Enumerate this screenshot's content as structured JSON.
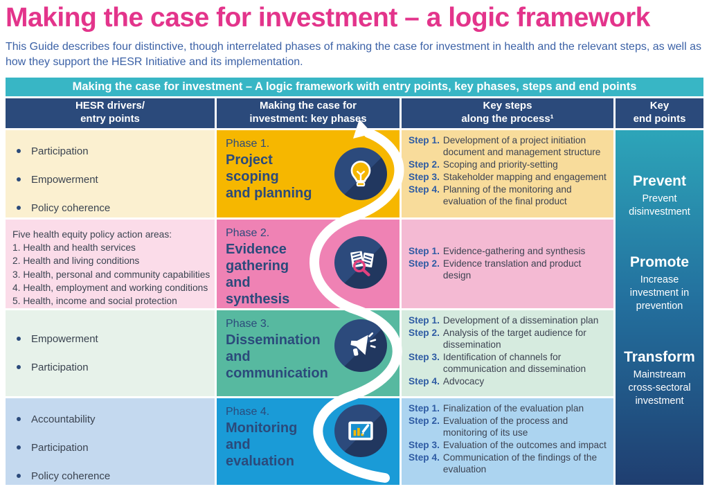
{
  "page": {
    "title": "Making the case for investment – a logic framework",
    "intro": "This Guide describes four distinctive, though interrelated phases of making the case for investment in health and the relevant steps, as well as how they support the HESR Initiative and its implementation."
  },
  "banner": {
    "title": "Making the case for investment – A logic framework with entry points, key phases, steps and end points"
  },
  "header": {
    "col1": "HESR drivers/\nentry points",
    "col2": "Making the case for\ninvestment: key phases",
    "col3": "Key steps\nalong the process¹",
    "col4": "Key\nend points"
  },
  "rows": [
    {
      "entry_points": [
        "Participation",
        "Empowerment",
        "Policy coherence"
      ],
      "phase_label": "Phase 1.",
      "phase_title": "Project\nscoping\nand planning",
      "icon": "lightbulb-icon",
      "steps": [
        {
          "label": "Step 1.",
          "text": "Development of a project initiation document and management structure"
        },
        {
          "label": "Step 2.",
          "text": "Scoping and priority-setting"
        },
        {
          "label": "Step 3.",
          "text": "Stakeholder mapping and engagement"
        },
        {
          "label": "Step 4.",
          "text": "Planning of the monitoring and evaluation of the final product"
        }
      ]
    },
    {
      "entry_heading": "Five health equity policy action areas:",
      "entry_items": [
        "1. Health and health services",
        "2. Health and living conditions",
        "3. Health, personal and community capabilities",
        "4. Health, employment and working conditions",
        "5. Health, income and social protection"
      ],
      "phase_label": "Phase 2.",
      "phase_title": "Evidence\ngathering\nand\nsynthesis",
      "icon": "documents-magnifier-icon",
      "steps": [
        {
          "label": "Step 1.",
          "text": "Evidence-gathering and synthesis"
        },
        {
          "label": "Step 2.",
          "text": "Evidence translation and product design"
        }
      ]
    },
    {
      "entry_points": [
        "Empowerment",
        "Participation"
      ],
      "phase_label": "Phase 3.",
      "phase_title": "Dissemination\nand\ncommunication",
      "icon": "megaphone-icon",
      "steps": [
        {
          "label": "Step 1.",
          "text": "Development of a dissemination plan"
        },
        {
          "label": "Step 2.",
          "text": "Analysis of the target audience for dissemination"
        },
        {
          "label": "Step 3.",
          "text": "Identification of channels for communication and dissemination"
        },
        {
          "label": "Step 4.",
          "text": "Advocacy"
        }
      ]
    },
    {
      "entry_points": [
        "Accountability",
        "Participation",
        "Policy coherence"
      ],
      "phase_label": "Phase 4.",
      "phase_title": "Monitoring\nand\nevaluation",
      "icon": "monitoring-chart-tablet-icon",
      "steps": [
        {
          "label": "Step 1.",
          "text": "Finalization of the evaluation plan"
        },
        {
          "label": "Step 2.",
          "text": "Evaluation of the process and monitoring of its use"
        },
        {
          "label": "Step 3.",
          "text": "Evaluation of the outcomes and impact"
        },
        {
          "label": "Step 4.",
          "text": "Communication of the findings of the evaluation"
        }
      ]
    }
  ],
  "end_points": [
    {
      "title": "Prevent",
      "subtitle": "Prevent disinvestment"
    },
    {
      "title": "Promote",
      "subtitle": "Increase investment in prevention"
    },
    {
      "title": "Transform",
      "subtitle": "Mainstream cross-sectoral investment"
    }
  ],
  "colors": {
    "title_pink": "#e3348b",
    "intro_blue": "#3b61a6",
    "banner_teal": "#38b6c5",
    "header_navy": "#2b4a7b",
    "phase1_yellow": "#f6b700",
    "phase2_pink": "#ef82b4",
    "phase3_teal": "#57b9a0",
    "phase4_blue": "#1a9bd7",
    "row1_entry_bg": "#fbf0d0",
    "row1_steps_bg": "#f8dc9b",
    "row2_entry_bg": "#fbdce9",
    "row2_steps_bg": "#f4bad3",
    "row3_entry_bg": "#e7f2ea",
    "row3_steps_bg": "#d6ebdf",
    "row4_entry_bg": "#c4d9ef",
    "row4_steps_bg": "#acd4f0",
    "endcol_gradient_top": "#2da5b9",
    "endcol_gradient_bottom": "#1f3e70",
    "step_label_blue": "#2e5ba3",
    "icon_circle_navy": "#2c4a7c",
    "magnifier_pink": "#e3417f"
  }
}
